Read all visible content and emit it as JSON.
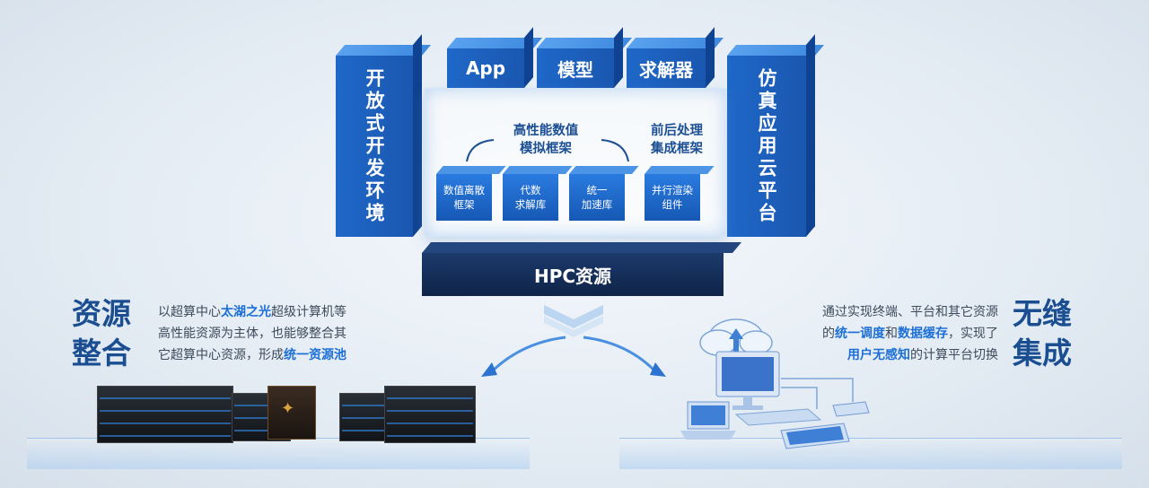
{
  "left_pillar": "开放式开发环境",
  "right_pillar": "仿真应用云平台",
  "top_blocks": [
    "App",
    "模型",
    "求解器"
  ],
  "framework": {
    "sim_label": [
      "高性能数值",
      "模拟框架"
    ],
    "post_label": [
      "前后处理",
      "集成框架"
    ],
    "components": [
      {
        "l1": "数值离散",
        "l2": "框架"
      },
      {
        "l1": "代数",
        "l2": "求解库"
      },
      {
        "l1": "统一",
        "l2": "加速库"
      },
      {
        "l1": "并行渲染",
        "l2": "组件"
      }
    ]
  },
  "hpc": "HPC资源",
  "left_section": {
    "title": [
      "资源",
      "整合"
    ],
    "line1_a": "以超算中心",
    "line1_hl": "太湖之光",
    "line1_b": "超级计算机等",
    "line2": "高性能资源为主体，也能够整合其",
    "line3_a": "它超算中心资源，形成",
    "line3_hl": "统一资源池"
  },
  "right_section": {
    "title": [
      "无缝",
      "集成"
    ],
    "line1": "通过实现终端、平台和其它资源",
    "line2_a": "的",
    "line2_hl1": "统一调度",
    "line2_b": "和",
    "line2_hl2": "数据缓存",
    "line2_c": "，实现了",
    "line3_hl": "用户无感知",
    "line3_b": "的计算平台切换"
  },
  "colors": {
    "accent": "#1d6fd6",
    "block": "#1f68c8",
    "hpc": "#13294f",
    "title": "#1a4e91"
  }
}
